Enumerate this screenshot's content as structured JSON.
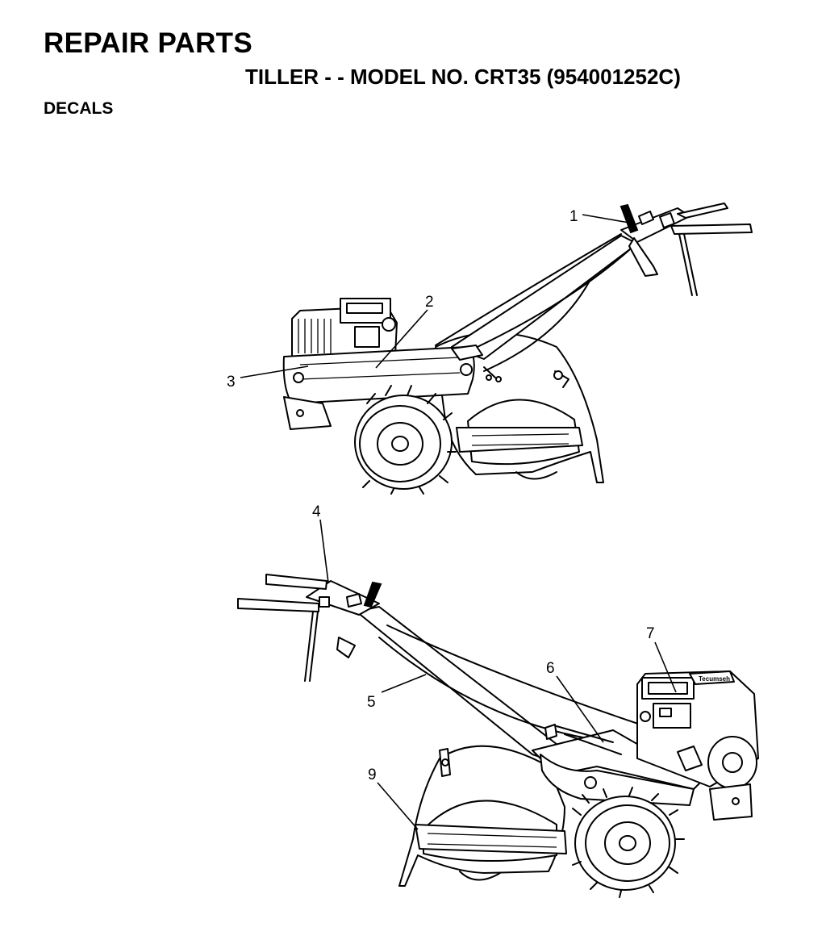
{
  "header": {
    "title": "REPAIR PARTS",
    "subtitle": "TILLER - - MODEL NO. CRT35 (954001252C)",
    "section": "DECALS"
  },
  "callouts": [
    "1",
    "2",
    "3",
    "4",
    "5",
    "6",
    "7",
    "9"
  ],
  "engine_brand": "Tecumseh"
}
